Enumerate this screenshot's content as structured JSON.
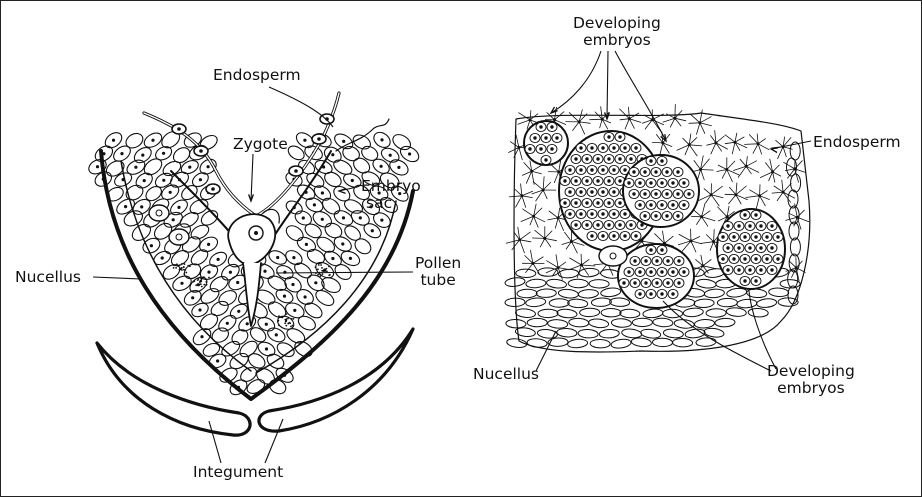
{
  "left_diagram": {
    "labels": {
      "endosperm": "Endosperm",
      "zygote": "Zygote",
      "embryo_sac_line1": "Embryo",
      "embryo_sac_line2": "sac",
      "nucellus": "Nucellus",
      "pollen_tube_line1": "Pollen",
      "pollen_tube_line2": "tube",
      "integument": "Integument"
    }
  },
  "right_diagram": {
    "labels": {
      "developing_embryos_top_line1": "Developing",
      "developing_embryos_top_line2": "embryos",
      "endosperm": "Endosperm",
      "nucellus": "Nucellus",
      "developing_embryos_bottom_line1": "Developing",
      "developing_embryos_bottom_line2": "embryos"
    }
  },
  "colors": {
    "ink": "#111111",
    "background": "#ffffff",
    "frame": "#222222"
  }
}
